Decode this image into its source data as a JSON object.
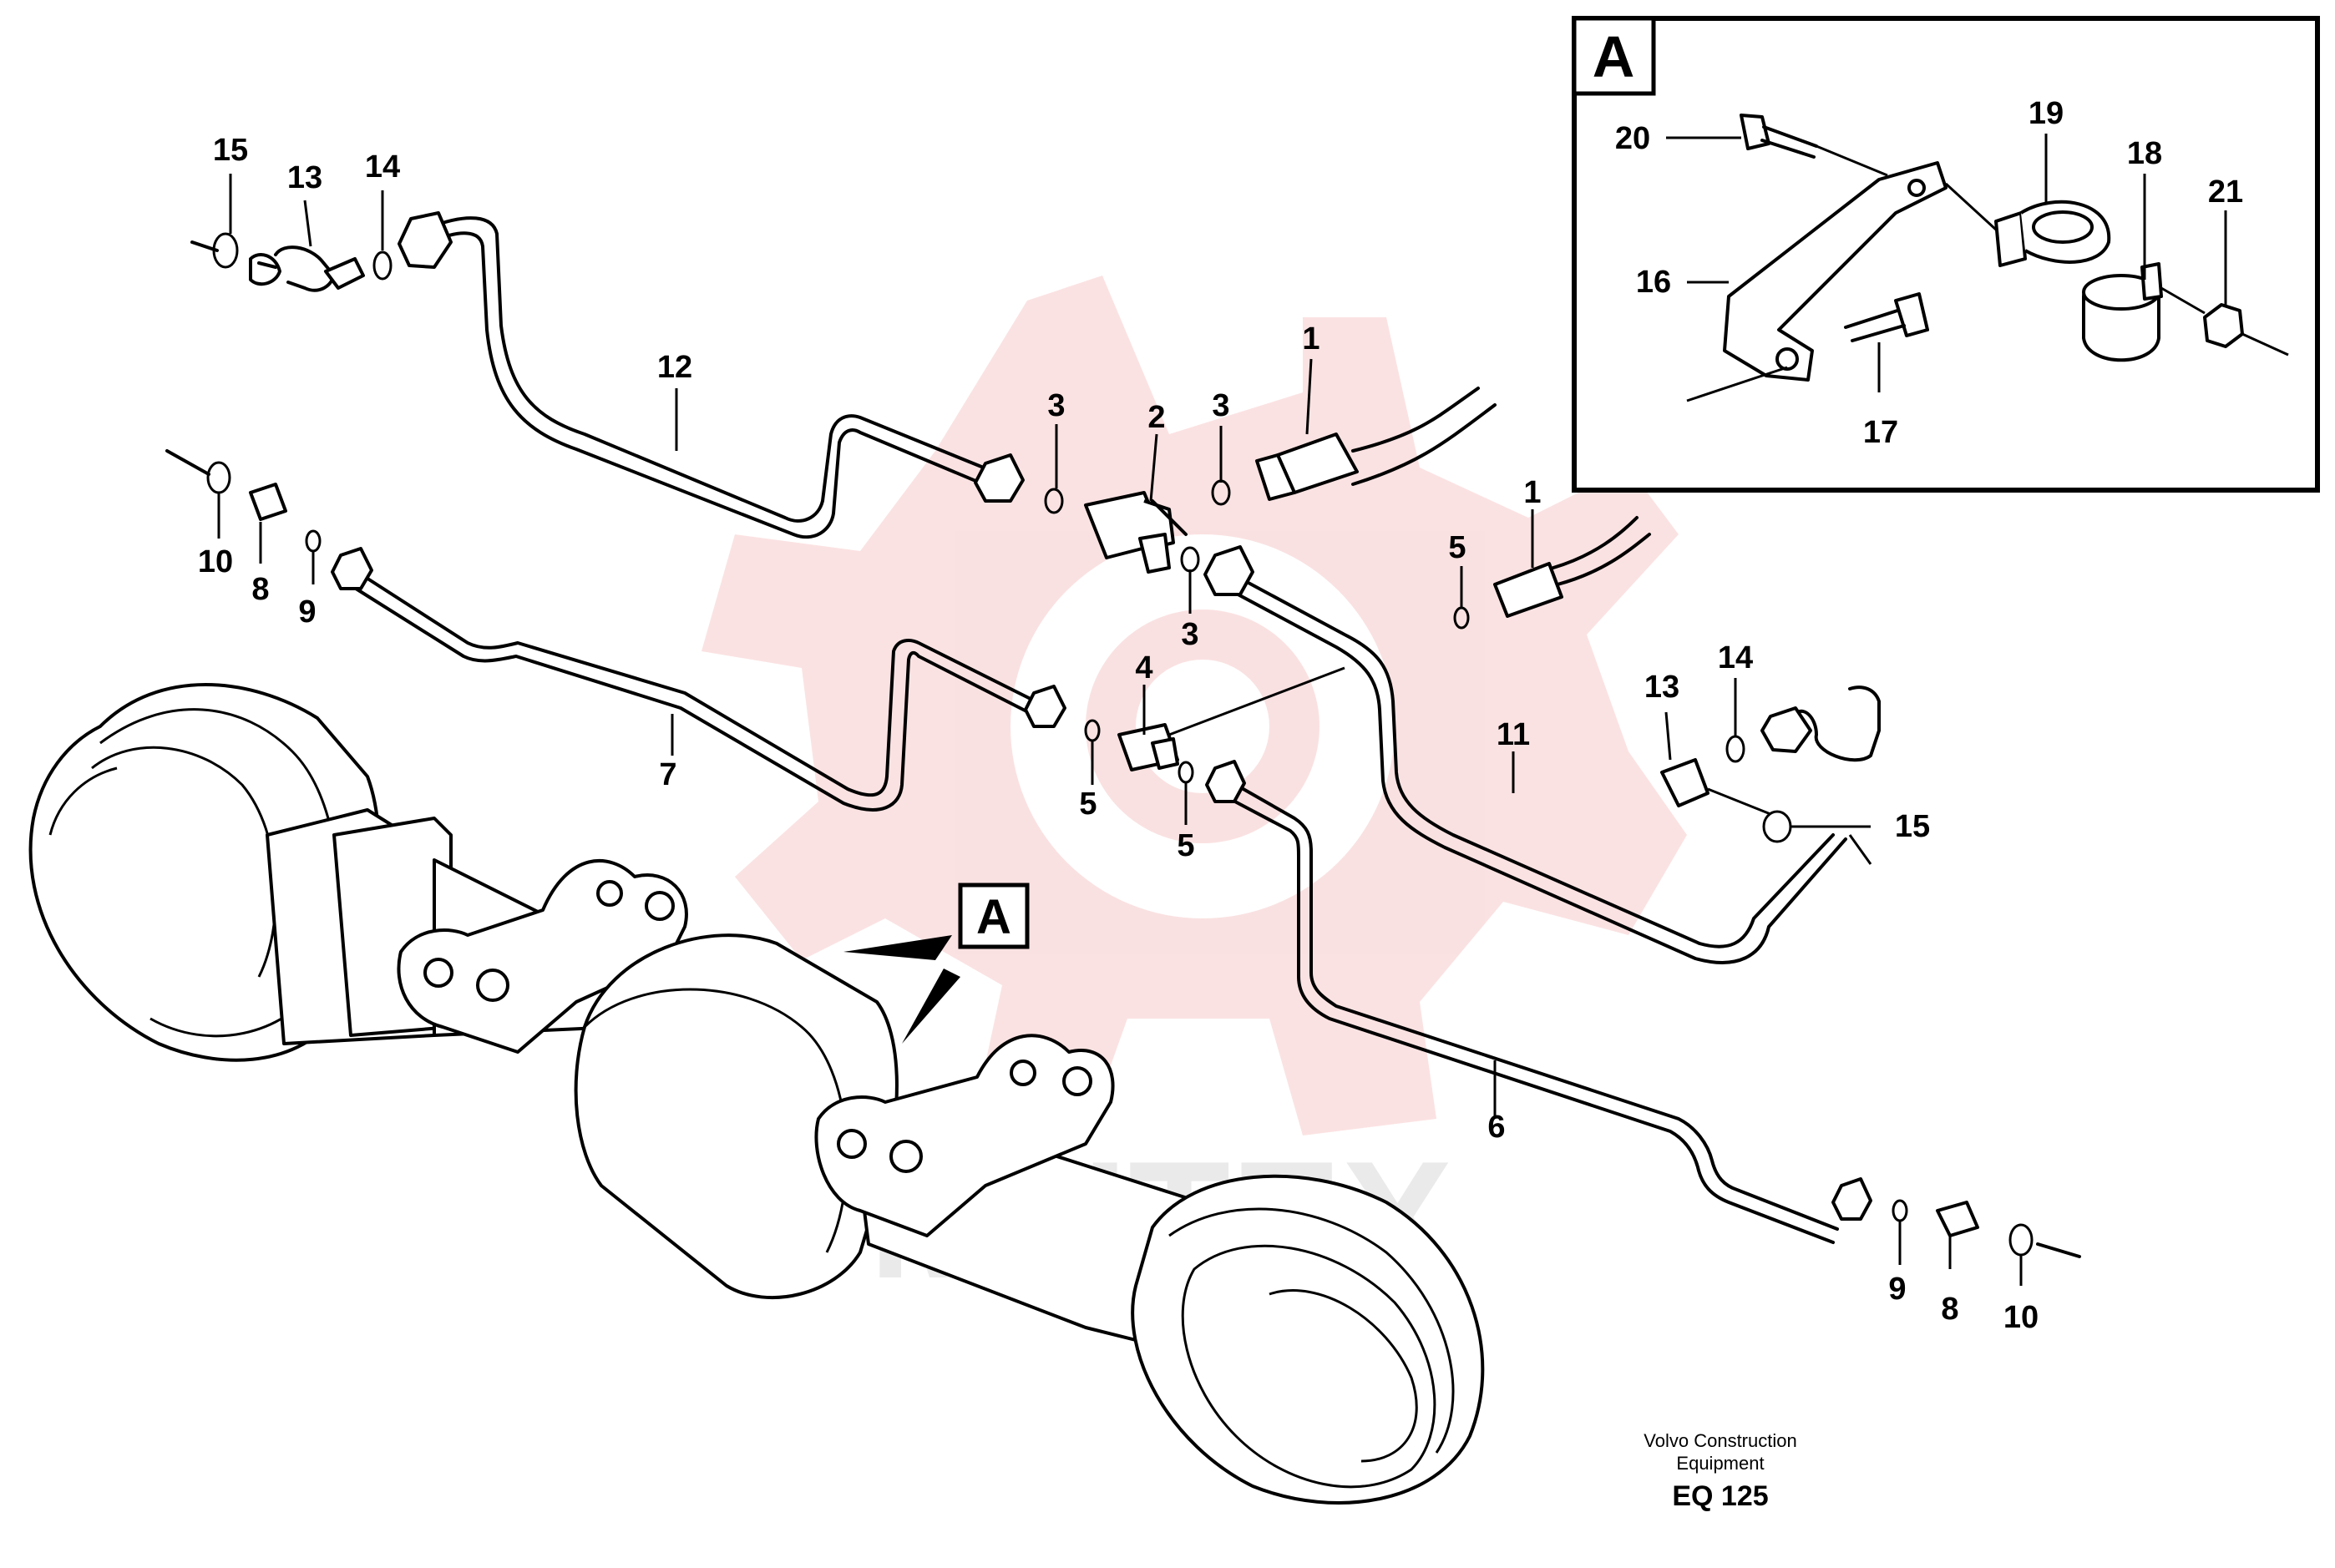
{
  "inset": {
    "label": "A"
  },
  "callout": {
    "label": "A"
  },
  "footer": {
    "line1": "Volvo Construction",
    "line2": "Equipment",
    "code": "EQ 125"
  },
  "watermark": {
    "text": "MHTEX"
  },
  "parts": {
    "p1a": "1",
    "p1b": "1",
    "p2": "2",
    "p3a": "3",
    "p3b": "3",
    "p3c": "3",
    "p4": "4",
    "p5a": "5",
    "p5b": "5",
    "p5c": "5",
    "p6": "6",
    "p7": "7",
    "p8a": "8",
    "p8b": "8",
    "p9a": "9",
    "p9b": "9",
    "p10a": "10",
    "p10b": "10",
    "p11": "11",
    "p12": "12",
    "p13a": "13",
    "p13b": "13",
    "p14a": "14",
    "p14b": "14",
    "p15a": "15",
    "p15b": "15",
    "p16": "16",
    "p17": "17",
    "p18": "18",
    "p19": "19",
    "p20": "20",
    "p21": "21"
  }
}
